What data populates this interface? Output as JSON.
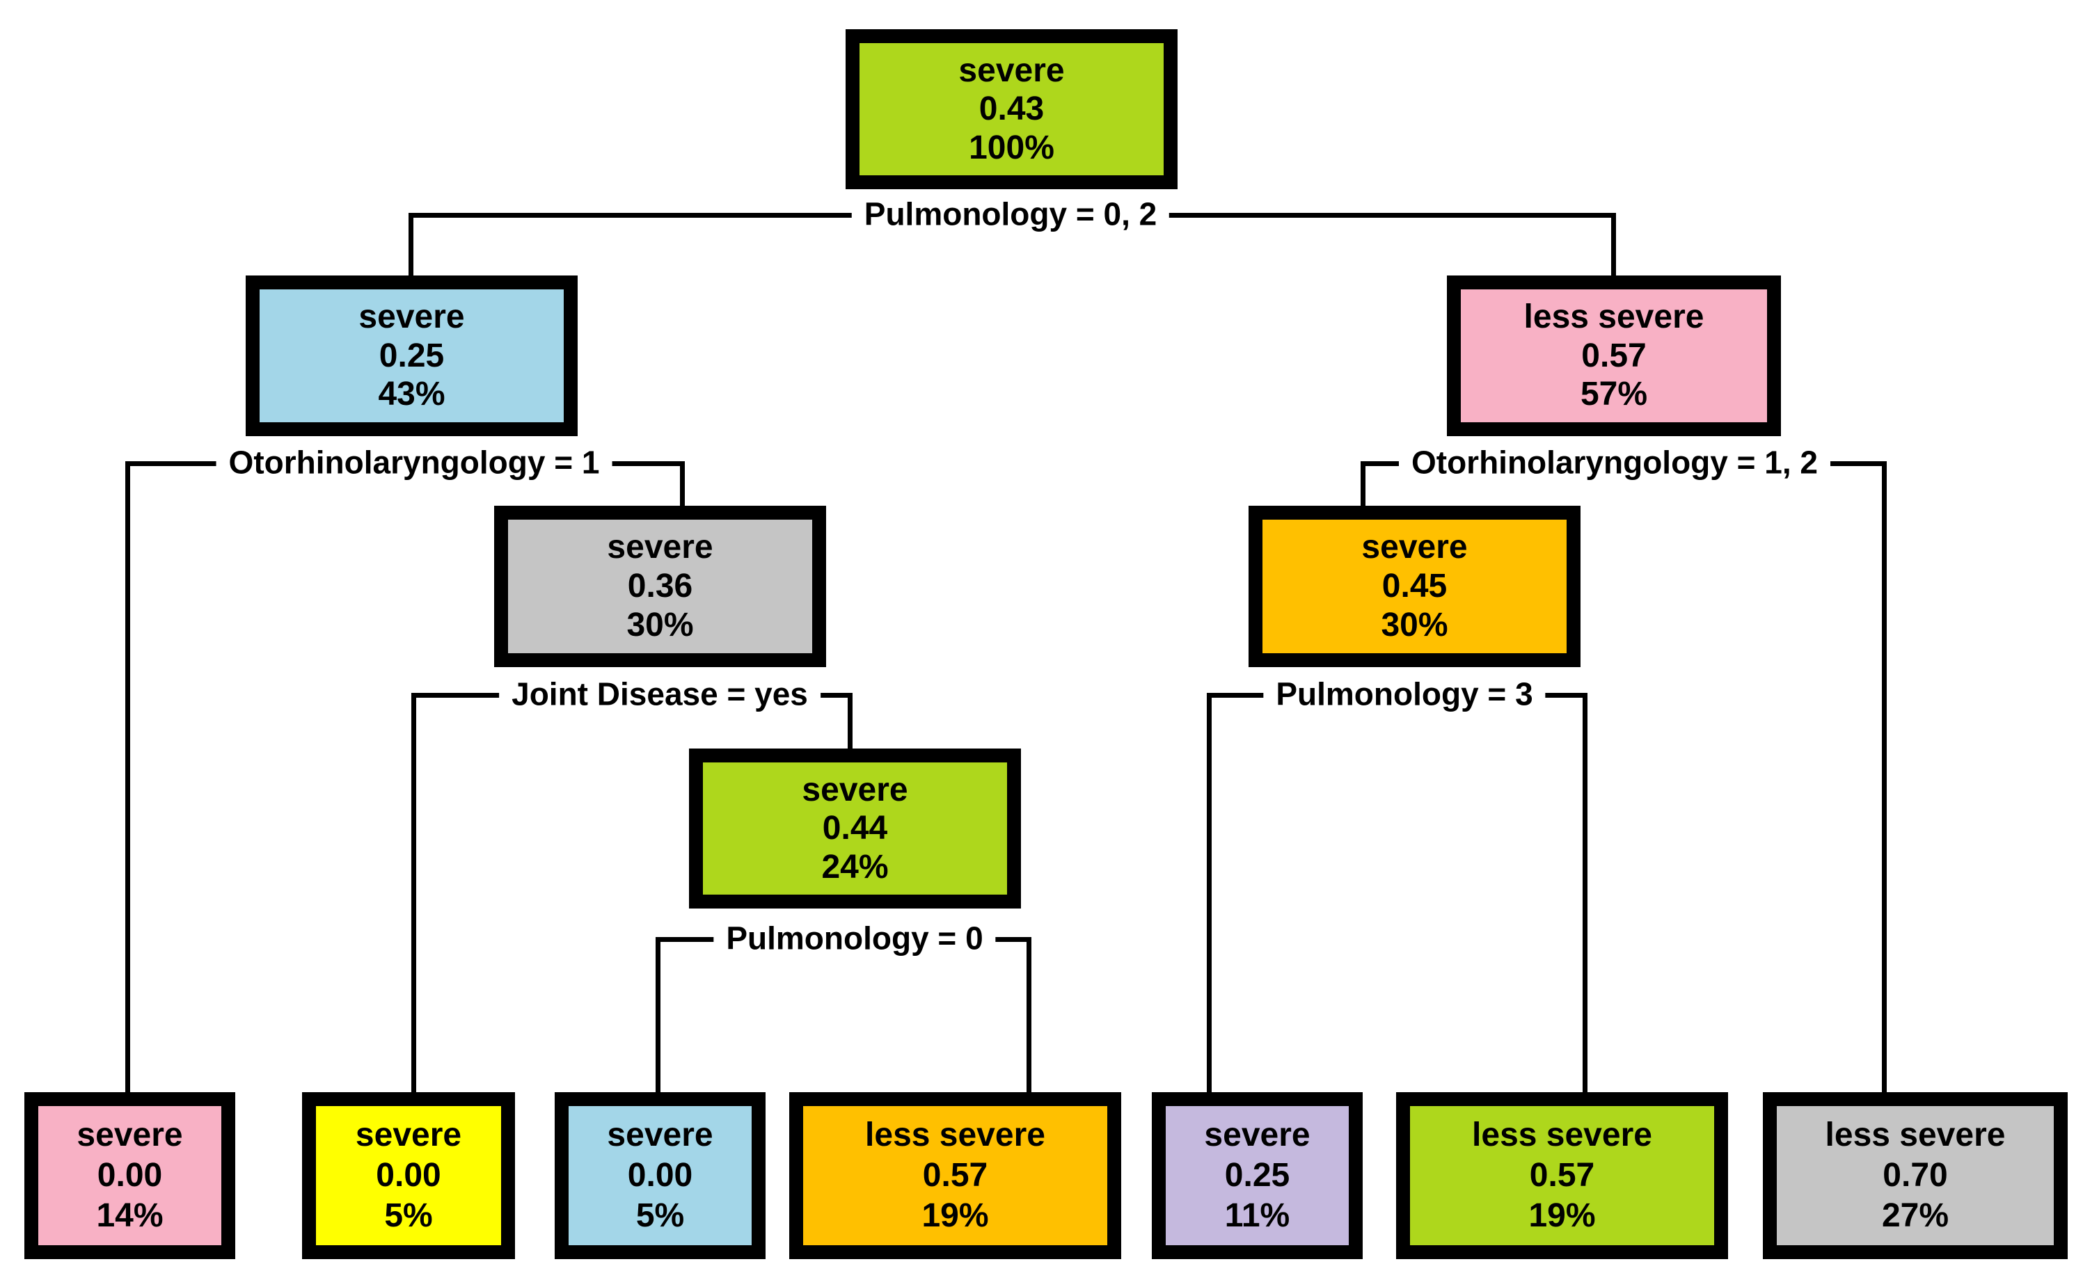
{
  "figure": {
    "type": "decision-tree",
    "background": "#ffffff",
    "palette": {
      "green": "#aed71c",
      "blue": "#a3d6e8",
      "pink": "#f8b1c5",
      "gray": "#c5c5c5",
      "orange": "#ffc000",
      "yellow": "#ffff00",
      "purple": "#c5b9de",
      "border": "#000000"
    },
    "nodes": {
      "root": {
        "label": "severe",
        "prob": "0.43",
        "pct": "100%",
        "color": "#aed71c"
      },
      "l1_severe": {
        "label": "severe",
        "prob": "0.25",
        "pct": "43%",
        "color": "#a3d6e8"
      },
      "r1_less": {
        "label": "less severe",
        "prob": "0.57",
        "pct": "57%",
        "color": "#f8b1c5"
      },
      "l2_severe": {
        "label": "severe",
        "prob": "0.36",
        "pct": "30%",
        "color": "#c5c5c5"
      },
      "l3_severe": {
        "label": "severe",
        "prob": "0.44",
        "pct": "24%",
        "color": "#aed71c"
      },
      "r2_severe": {
        "label": "severe",
        "prob": "0.45",
        "pct": "30%",
        "color": "#ffc000"
      },
      "leaf_pink": {
        "label": "severe",
        "prob": "0.00",
        "pct": "14%",
        "color": "#f8b1c5"
      },
      "leaf_yellow": {
        "label": "severe",
        "prob": "0.00",
        "pct": "5%",
        "color": "#ffff00"
      },
      "leaf_blue": {
        "label": "severe",
        "prob": "0.00",
        "pct": "5%",
        "color": "#a3d6e8"
      },
      "leaf_orange": {
        "label": "less severe",
        "prob": "0.57",
        "pct": "19%",
        "color": "#ffc000"
      },
      "leaf_purple": {
        "label": "severe",
        "prob": "0.25",
        "pct": "11%",
        "color": "#c5b9de"
      },
      "leaf_green": {
        "label": "less severe",
        "prob": "0.57",
        "pct": "19%",
        "color": "#aed71c"
      },
      "leaf_gray": {
        "label": "less severe",
        "prob": "0.70",
        "pct": "27%",
        "color": "#c5c5c5"
      }
    },
    "splits": {
      "s1": {
        "label": "Pulmonology = 0, 2"
      },
      "s2": {
        "label": "Otorhinolaryngology = 1"
      },
      "s3": {
        "label": "Joint Disease = yes"
      },
      "s4": {
        "label": "Pulmonology = 0"
      },
      "s5": {
        "label": "Otorhinolaryngology  = 1, 2"
      },
      "s6": {
        "label": "Pulmonology = 3"
      }
    }
  }
}
